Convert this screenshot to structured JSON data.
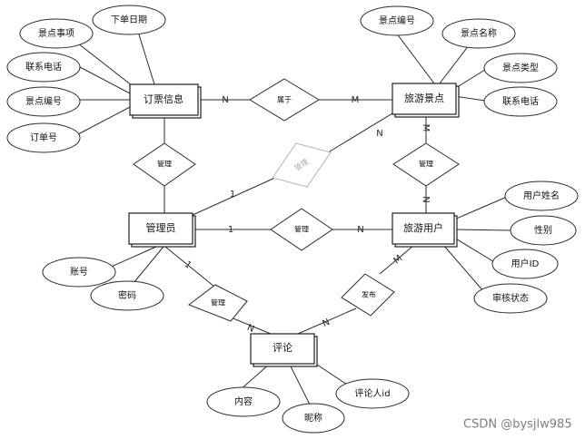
{
  "entities": {
    "order_info": "订票信息",
    "scenic_spot": "旅游景点",
    "admin": "管理员",
    "tourist_user": "旅游用户",
    "comment": "评论"
  },
  "attributes": {
    "spot_items": "景点事项",
    "order_date": "下单日期",
    "contact_phone_order": "联系电话",
    "spot_no_order": "景点编号",
    "order_no": "订单号",
    "spot_no": "景点编号",
    "spot_name": "景点名称",
    "spot_type": "景点类型",
    "contact_phone_spot": "联系电话",
    "username": "用户姓名",
    "gender": "性别",
    "user_id": "用户ID",
    "audit_status": "审核状态",
    "account": "账号",
    "password": "密码",
    "content": "内容",
    "nickname": "昵称",
    "commenter_id": "评论人id"
  },
  "relationships": {
    "belongs_to": "属于",
    "manage_order": "管理",
    "manage_spot_faded": "管理",
    "manage_spot_user": "管理",
    "manage_user": "管理",
    "manage_comment": "管理",
    "publish": "发布"
  },
  "cardinalities": {
    "order_belongs": "N",
    "spot_belongs": "M",
    "spot_faded": "N",
    "admin_faded": "1",
    "spot_manage": "M",
    "user_manage": "N",
    "admin_user": "1",
    "user_admin": "N",
    "admin_comment": "1",
    "comment_admin": "N",
    "user_publish": "M",
    "comment_publish": "N"
  },
  "watermark": "CSDN @bysjlw985"
}
